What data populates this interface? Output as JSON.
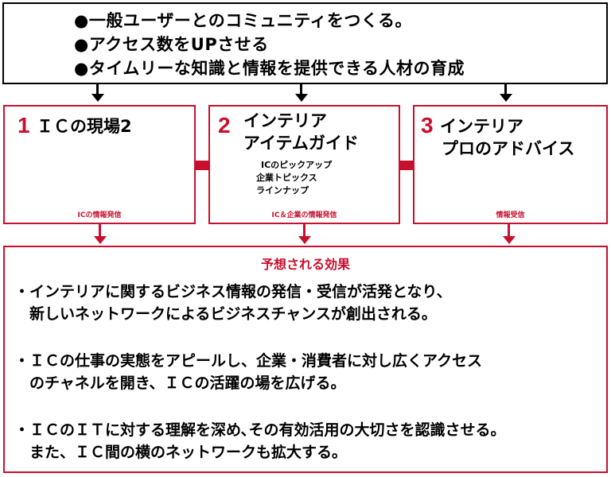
{
  "goals": [
    "●一般ユーザーとのコミュニティをつくる。",
    "●アクセス数をUPさせる",
    "●タイムリーな知識と情報を提供できる人材の育成"
  ],
  "categories": [
    {
      "number": "1",
      "title_lines": [
        "ＩＣの現場2"
      ],
      "sub_items": [],
      "footer": "ICの情報発信"
    },
    {
      "number": "2",
      "title_lines": [
        "インテリア",
        "アイテムガイド"
      ],
      "sub_items": [
        "ICのピックアップ",
        "企業トピックス",
        "ラインナップ"
      ],
      "footer": "IC＆企業の情報発信"
    },
    {
      "number": "3",
      "title_lines": [
        "インテリア",
        "プロのアドバイス"
      ],
      "sub_items": [],
      "footer": "情報受信"
    }
  ],
  "effects": {
    "title": "予想される効果",
    "items": [
      [
        "・インテリアに関するビジネス情報の発信・受信が活発となり、",
        "　新しいネットワークによるビジネスチャンスが創出される。"
      ],
      [
        "・ＩＣの仕事の実態をアピールし、企業・消費者に対し広くアクセス",
        "　のチャネルを開き、ＩＣの活躍の場を広げる。"
      ],
      [
        "・ＩＣのＩＴに対する理解を深め､その有効活用の大切さを認識させる。",
        "　また、ＩＣ間の横のネットワークも拡大する。"
      ]
    ]
  },
  "colors": {
    "accent": "#c8102e",
    "border": "#000000"
  }
}
